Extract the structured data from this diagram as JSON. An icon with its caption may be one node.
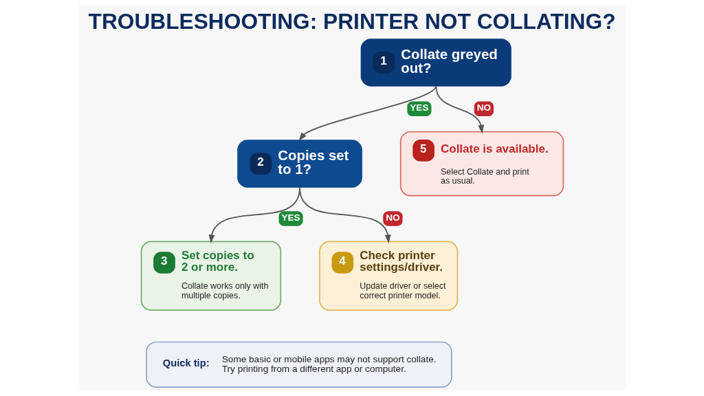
{
  "diagram": {
    "title": "TROUBLESHOOTING: PRINTER NOT COLLATING?",
    "nodes": [
      {
        "text": [
          "1",
          "Collate greyed out?"
        ]
      },
      {
        "text": [
          "2",
          "Copies set to 1?"
        ]
      },
      {
        "text": [
          "5",
          "Collate is available.",
          "Select Collate and print as usual."
        ]
      },
      {
        "text": [
          "3",
          "Set copies to 2 or more.",
          "Collate works only with multiple copies."
        ]
      },
      {
        "text": [
          "4",
          "Check printer settings/driver.",
          "Update driver or select correct printer model."
        ]
      },
      {
        "text": [
          "Quick tip:",
          "Some basic or mobile apps may not support collate. Try printing from a different app or computer."
        ]
      }
    ],
    "edges": [
      {
        "from": 0,
        "to": 1,
        "arrow": "to",
        "label": "YES"
      },
      {
        "from": 0,
        "to": 2,
        "arrow": "to",
        "label": "NO"
      },
      {
        "from": 1,
        "to": 3,
        "arrow": "to",
        "label": "YES"
      },
      {
        "from": 1,
        "to": 4,
        "arrow": "to",
        "label": "NO"
      }
    ]
  }
}
